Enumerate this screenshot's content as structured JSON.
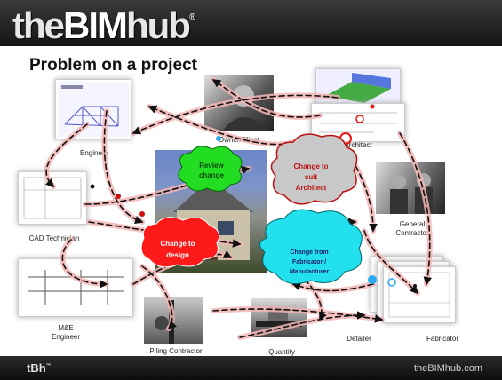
{
  "header": {
    "logo_left": "the",
    "logo_mid": "BIM",
    "logo_right": "hub",
    "logo_mark": "®"
  },
  "title": "Problem on a project",
  "roles": {
    "engineer": "Engineer",
    "owner_client": "Owner/Client",
    "architect": "Architect",
    "cad_technician": "CAD Technician",
    "general_contractor": "General Contractor",
    "me_engineer": "M&E Engineer",
    "piling_contractor": "Piling Contractor",
    "quantity_surveyor": "Quantity Surveyor",
    "detailer": "Detailer",
    "fabricator": "Fabricator"
  },
  "clouds": {
    "review": {
      "text": "Review change",
      "color": "#22dd22"
    },
    "suit_architect": {
      "text": "Change to suit Architect",
      "color": "#c8c8c8"
    },
    "design": {
      "text": "Change to design",
      "color": "#ff1a1a"
    },
    "fabricator": {
      "text": "Change from Fabricator / Manufacturer",
      "color": "#22e0ee"
    }
  },
  "colors": {
    "arrow": "#c21f1f",
    "arrow_glow": "#f4b6b6",
    "accent": "#2aa9f0"
  },
  "footer": {
    "logo": "tBh",
    "logo_mark": "™",
    "url": "theBIMhub.com"
  }
}
